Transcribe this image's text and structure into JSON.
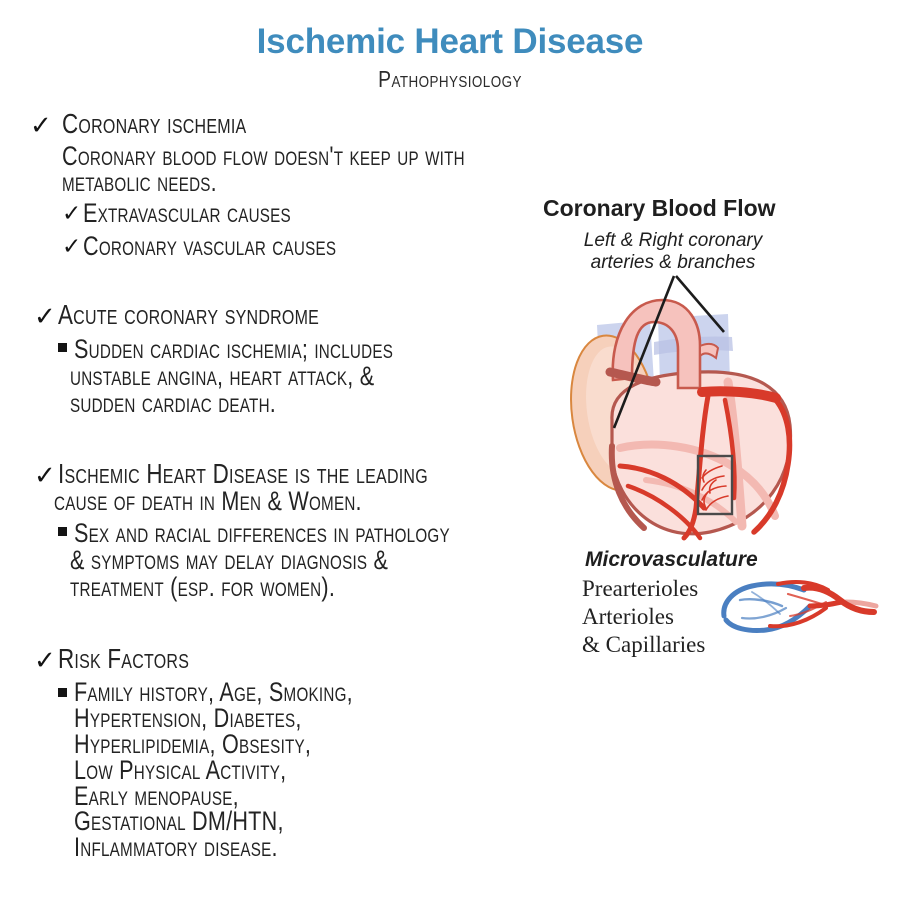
{
  "header": {
    "title": "Ischemic Heart Disease",
    "subtitle": "Pathophysiology",
    "title_color": "#3f8cbd",
    "subtitle_color": "#2b2b2b"
  },
  "outline": {
    "sections": [
      {
        "id": "coronary-ischemia",
        "marker": "check",
        "heading": "Coronary ischemia",
        "lines": [
          "Coronary blood flow doesn't keep up with",
          "metabolic needs."
        ],
        "subitems": [
          {
            "marker": "check",
            "text": "Extravascular causes"
          },
          {
            "marker": "check",
            "text": "Coronary vascular causes"
          }
        ]
      },
      {
        "id": "acute-coronary-syndrome",
        "marker": "check",
        "heading": "Acute coronary syndrome",
        "lines": [],
        "subitems": [
          {
            "marker": "square",
            "lines": [
              "Sudden cardiac ischemia; includes",
              "unstable angina, heart attack, &",
              "sudden cardiac death."
            ]
          }
        ]
      },
      {
        "id": "leading-cause-of-death",
        "marker": "check",
        "heading": "Ischemic Heart Disease is the leading",
        "lines": [
          "cause of death in Men & Women."
        ],
        "subitems": [
          {
            "marker": "square",
            "lines": [
              "Sex and racial differences in pathology",
              "& symptoms may delay diagnosis &",
              "treatment (esp. for women)."
            ]
          }
        ]
      },
      {
        "id": "risk-factors",
        "marker": "check",
        "heading": "Risk Factors",
        "lines": [],
        "subitems": [
          {
            "marker": "square",
            "lines": [
              "Family history, Age, Smoking,",
              "Hypertension, Diabetes,",
              "Hyperlipidemia, Obsesity,",
              "Low Physical Activity,",
              "Early menopause,",
              "Gestational DM/HTN,",
              "Inflammatory disease."
            ]
          }
        ]
      }
    ]
  },
  "illustration": {
    "heart": {
      "title": "Coronary Blood Flow",
      "caption_line1": "Left  & Right coronary",
      "caption_line2": "arteries & branches",
      "colors": {
        "heart_fill": "#fbe0dc",
        "heart_outline": "#b5584f",
        "aorta_fill": "#f6c2bd",
        "pulmonary_fill": "#ccd4ee",
        "appendage_fill": "#f6d0bb",
        "appendage_outline": "#d9873f",
        "artery_red": "#d83a2a",
        "artery_pale": "#f3b9b2",
        "callout_box": "#4a4a4a"
      }
    },
    "micro": {
      "title": "Microvasculature",
      "lines": [
        "Prearterioles",
        "Arterioles",
        "& Capillaries"
      ],
      "colors": {
        "arterial_red": "#d83a2a",
        "venous_blue": "#4a7fc1"
      }
    }
  }
}
